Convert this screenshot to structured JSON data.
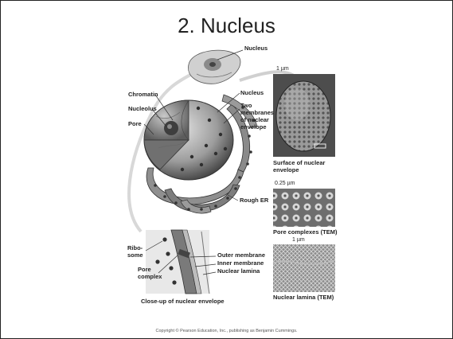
{
  "slide": {
    "title": "2. Nucleus",
    "copyright": "Copyright © Pearson Education, Inc., publishing as Benjamin Cummings."
  },
  "diagram": {
    "cell_label": "Nucleus",
    "left_labels": {
      "chromatin": "Chromatin",
      "nucleolus": "Nucleolus",
      "pore": "Pore"
    },
    "right_labels": {
      "nucleus": "Nucleus",
      "two_membranes": [
        "Two",
        "membranes",
        "of nuclear",
        "envelope"
      ],
      "rough_er": "Rough ER"
    },
    "closeup": {
      "ribosome": [
        "Ribo-",
        "some"
      ],
      "pore_complex": [
        "Pore",
        "complex"
      ],
      "outer_membrane": "Outer membrane",
      "inner_membrane": "Inner membrane",
      "nuclear_lamina": "Nuclear lamina",
      "caption": "Close-up of nuclear envelope"
    },
    "micrographs": [
      {
        "scale": "1 µm",
        "caption": [
          "Surface of nuclear",
          "envelope"
        ]
      },
      {
        "scale": "0.25 µm",
        "caption": [
          "Pore complexes (TEM)"
        ]
      },
      {
        "scale": "1 µm",
        "caption": [
          "Nuclear lamina (TEM)"
        ]
      }
    ]
  }
}
